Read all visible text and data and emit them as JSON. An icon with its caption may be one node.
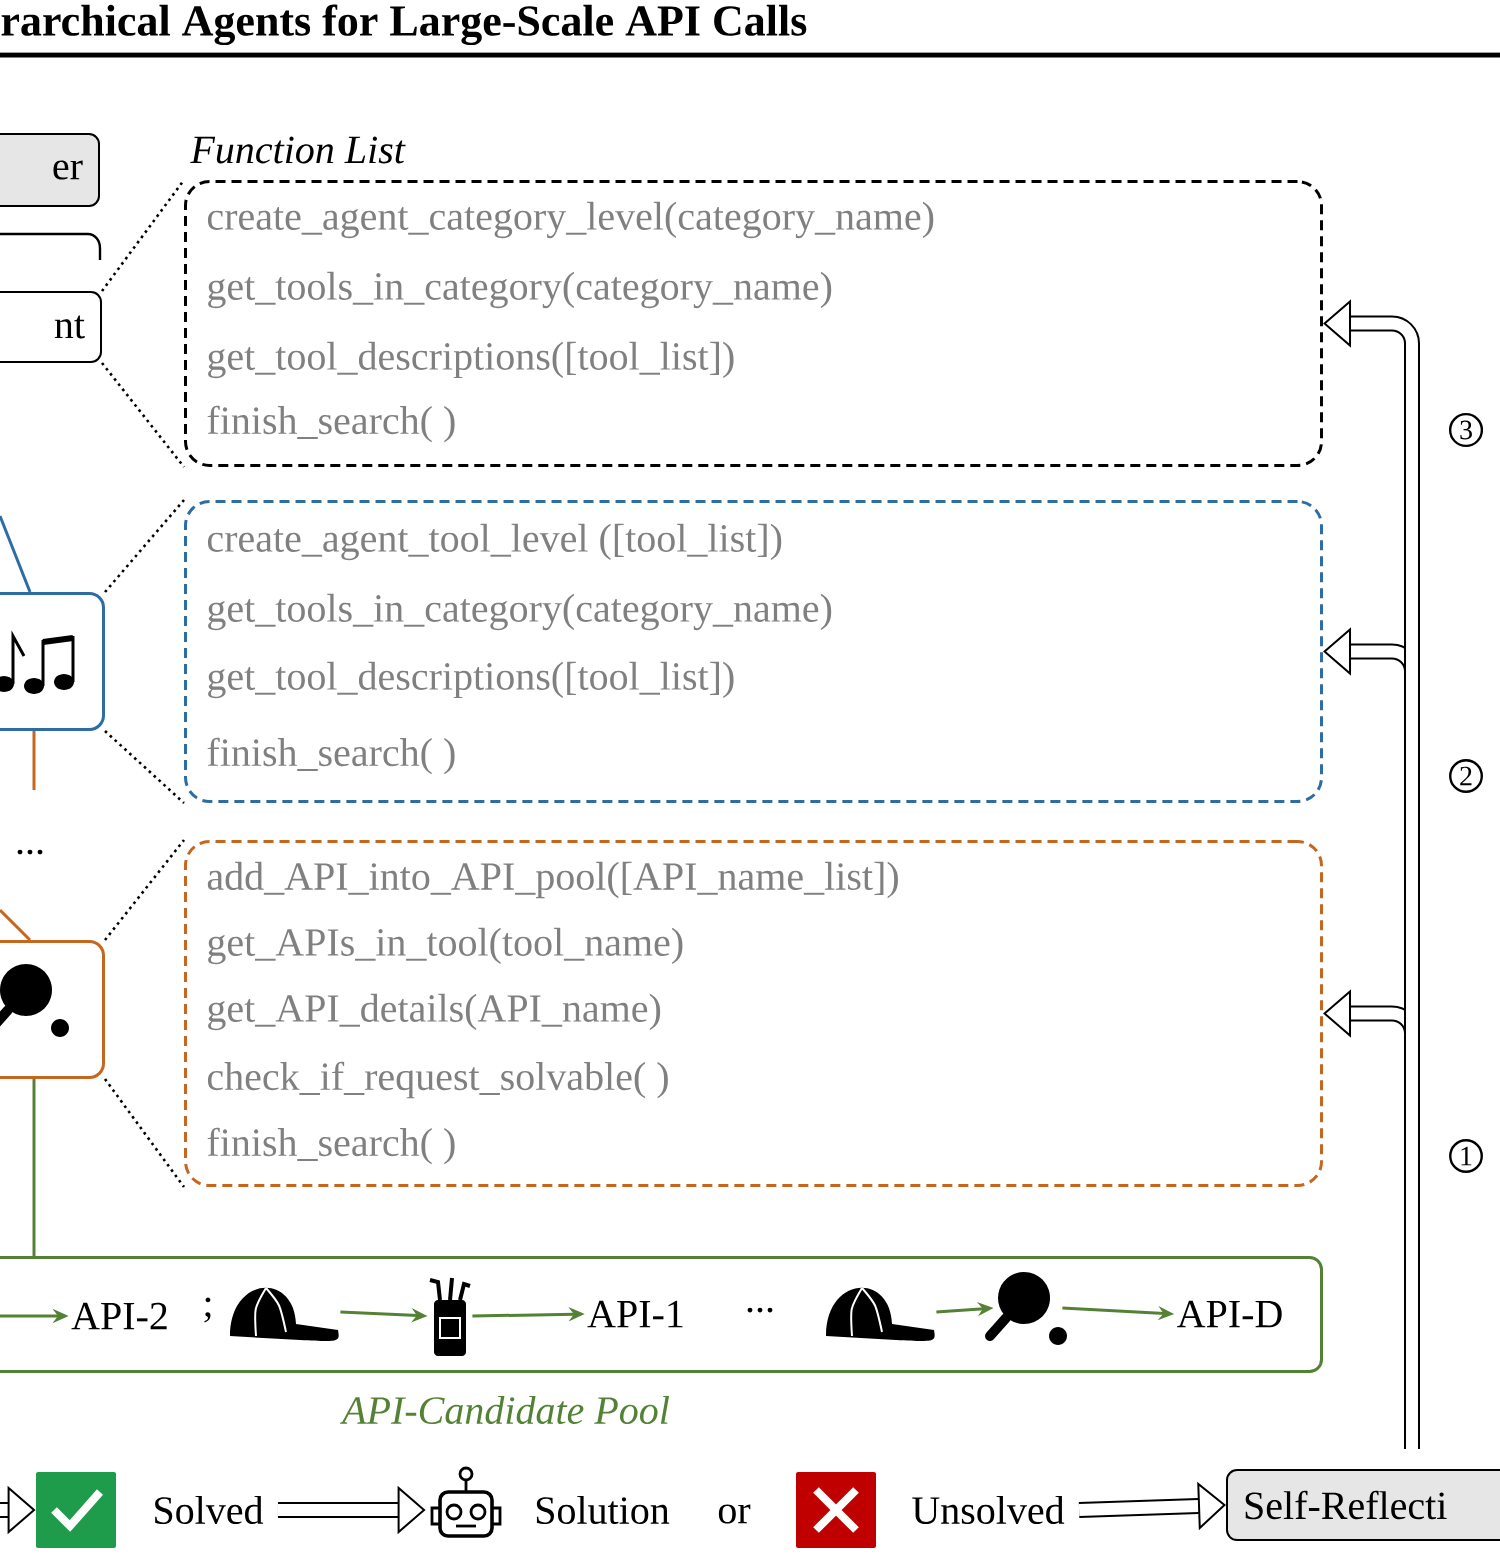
{
  "diagram": {
    "title": "rarchical Agents for Large-Scale API Calls",
    "nodes": [
      {
        "text": [
          "er"
        ]
      },
      {
        "text": [
          "nt"
        ]
      },
      {
        "text": [],
        "shape": "box"
      },
      {
        "text": [],
        "shape": "box"
      },
      {
        "text": [
          "Function List",
          "create_agent_category_level(category_name)",
          "get_tools_in_category(category_name)",
          "get_tool_descriptions([tool_list])",
          "finish_search( )"
        ]
      },
      {
        "text": [
          "create_agent_tool_level ([tool_list])",
          "get_tools_in_category(category_name)",
          "get_tool_descriptions([tool_list])",
          "finish_search( )"
        ]
      },
      {
        "text": [
          "add_API_into_API_pool([API_name_list])",
          "get_APIs_in_tool(tool_name)",
          "get_API_details(API_name)",
          "check_if_request_solvable( )",
          "finish_search( )"
        ]
      },
      {
        "text": [
          "API-Candidate Pool"
        ]
      },
      {
        "text": [
          "API-2"
        ],
        "in": 7
      },
      {
        "text": [],
        "shape": "picture",
        "in": 7
      },
      {
        "text": [],
        "shape": "picture",
        "in": 7
      },
      {
        "text": [
          "API-1"
        ],
        "in": 7
      },
      {
        "text": [],
        "shape": "picture",
        "in": 7
      },
      {
        "text": [],
        "shape": "picture",
        "in": 7
      },
      {
        "text": [
          "API-D"
        ],
        "in": 7
      },
      {
        "text": [],
        "shape": "picture",
        "beside": [
          "Solved"
        ]
      },
      {
        "text": [],
        "shape": "picture",
        "beside": [
          "Solution"
        ]
      },
      {
        "text": [],
        "shape": "picture",
        "beside": [
          "Unsolved"
        ]
      },
      {
        "text": [
          "Self-Reflecti"
        ]
      }
    ],
    "edges": [
      {
        "from": null,
        "to": 2,
        "arrow": "none",
        "color": "#2e6da4"
      },
      {
        "from": 2,
        "to": null,
        "arrow": "none",
        "color": "#c5671f"
      },
      {
        "from": null,
        "to": 3,
        "arrow": "none",
        "color": "#c5671f"
      },
      {
        "from": 3,
        "to": 7,
        "arrow": "none",
        "color": "#548235"
      },
      {
        "from": 1,
        "to": 4,
        "arrow": "none",
        "style": "dashed"
      },
      {
        "from": 1,
        "to": 4,
        "arrow": "none",
        "style": "dashed"
      },
      {
        "from": 2,
        "to": 5,
        "arrow": "none",
        "style": "dashed"
      },
      {
        "from": 2,
        "to": 5,
        "arrow": "none",
        "style": "dashed"
      },
      {
        "from": 3,
        "to": 6,
        "arrow": "none",
        "style": "dashed"
      },
      {
        "from": 3,
        "to": 6,
        "arrow": "none",
        "style": "dashed"
      },
      {
        "from": null,
        "to": 8,
        "arrow": "to",
        "color": "#548235"
      },
      {
        "from": 9,
        "to": 10,
        "arrow": "to",
        "color": "#548235"
      },
      {
        "from": 10,
        "to": 11,
        "arrow": "to",
        "color": "#548235"
      },
      {
        "from": 12,
        "to": 13,
        "arrow": "to",
        "color": "#548235"
      },
      {
        "from": 13,
        "to": 14,
        "arrow": "to",
        "color": "#548235"
      },
      {
        "from": null,
        "to": 15,
        "arrow": "to",
        "style": "thick"
      },
      {
        "from": 15,
        "to": 16,
        "arrow": "to",
        "style": "thick"
      },
      {
        "from": 17,
        "to": 18,
        "arrow": "to",
        "style": "thick"
      },
      {
        "from": 18,
        "to": 6,
        "arrow": "to",
        "style": "thick",
        "label": "1"
      },
      {
        "from": 18,
        "to": 5,
        "arrow": "to",
        "style": "thick",
        "label": "2"
      },
      {
        "from": 18,
        "to": 4,
        "arrow": "to",
        "style": "thick",
        "label": "3"
      }
    ],
    "labels": [
      "...",
      ";",
      "...",
      "or"
    ]
  }
}
